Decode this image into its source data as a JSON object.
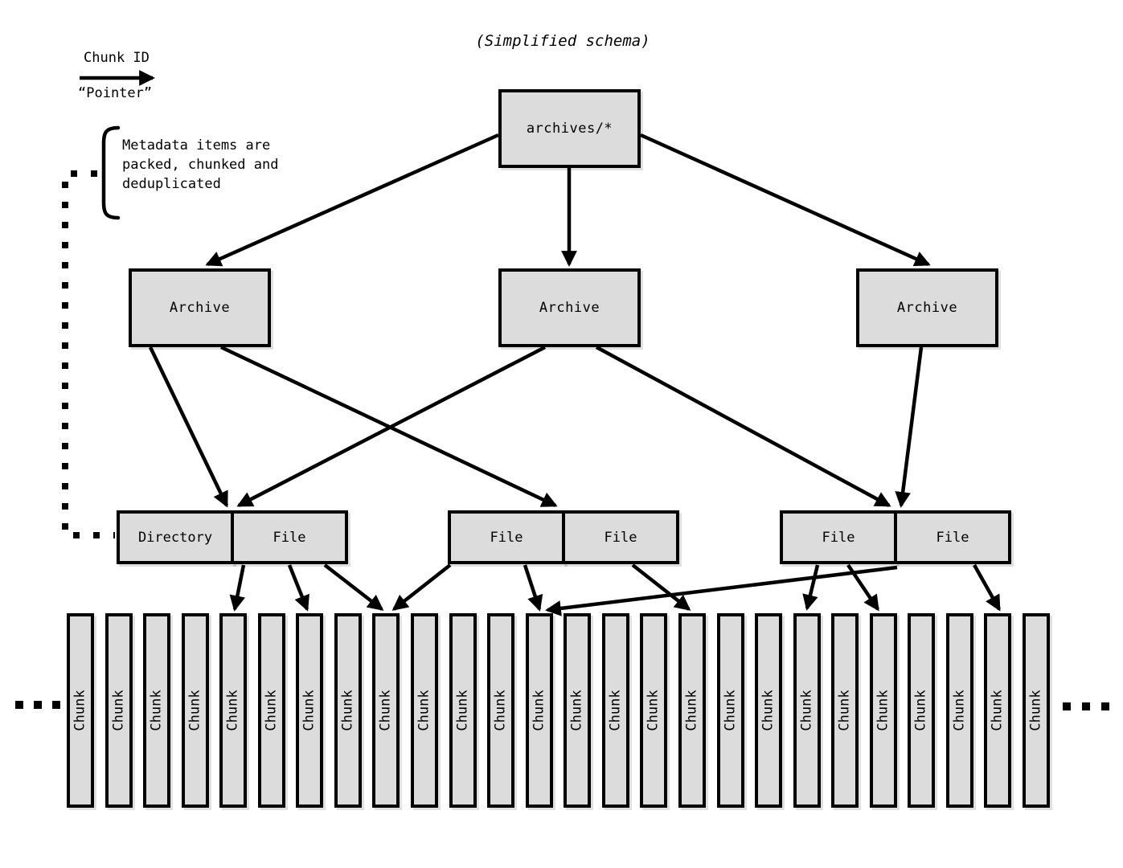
{
  "title": "(Simplified schema)",
  "legend": {
    "label": "Chunk ID",
    "sublabel": "“Pointer”"
  },
  "annotation": {
    "lines": [
      "Metadata items are",
      "packed, chunked and",
      "deduplicated"
    ]
  },
  "nodes": {
    "root": {
      "label": "archives/*"
    },
    "archives": [
      {
        "id": "archive-1",
        "label": "Archive"
      },
      {
        "id": "archive-2",
        "label": "Archive"
      },
      {
        "id": "archive-3",
        "label": "Archive"
      }
    ],
    "pairs": [
      {
        "id": "pair-1",
        "cells": [
          "Directory",
          "File"
        ]
      },
      {
        "id": "pair-2",
        "cells": [
          "File",
          "File"
        ]
      },
      {
        "id": "pair-3",
        "cells": [
          "File",
          "File"
        ]
      }
    ],
    "chunk_label": "Chunk",
    "chunk_count": 26
  },
  "edges": [
    {
      "from": "root",
      "to": "archive-1"
    },
    {
      "from": "root",
      "to": "archive-2"
    },
    {
      "from": "root",
      "to": "archive-3"
    },
    {
      "from": "archive-1",
      "to": "pair-1"
    },
    {
      "from": "archive-1",
      "to": "pair-2"
    },
    {
      "from": "archive-2",
      "to": "pair-1"
    },
    {
      "from": "archive-2",
      "to": "pair-3"
    },
    {
      "from": "archive-3",
      "to": "pair-3"
    },
    {
      "from": "pair-1-file",
      "to": "chunk-5"
    },
    {
      "from": "pair-1-file",
      "to": "chunk-7"
    },
    {
      "from": "pair-1-file",
      "to": "chunk-9"
    },
    {
      "from": "pair-2-file-1",
      "to": "chunk-9"
    },
    {
      "from": "pair-2-file-1",
      "to": "chunk-13"
    },
    {
      "from": "pair-2-file-2",
      "to": "chunk-17"
    },
    {
      "from": "pair-3-file-1",
      "to": "chunk-13"
    },
    {
      "from": "pair-3-file-1",
      "to": "chunk-20"
    },
    {
      "from": "pair-3-file-1",
      "to": "chunk-22"
    },
    {
      "from": "pair-3-file-2",
      "to": "chunk-25"
    }
  ],
  "colors": {
    "box_fill": "#dcdcdc",
    "stroke": "#000000",
    "background": "#ffffff"
  }
}
